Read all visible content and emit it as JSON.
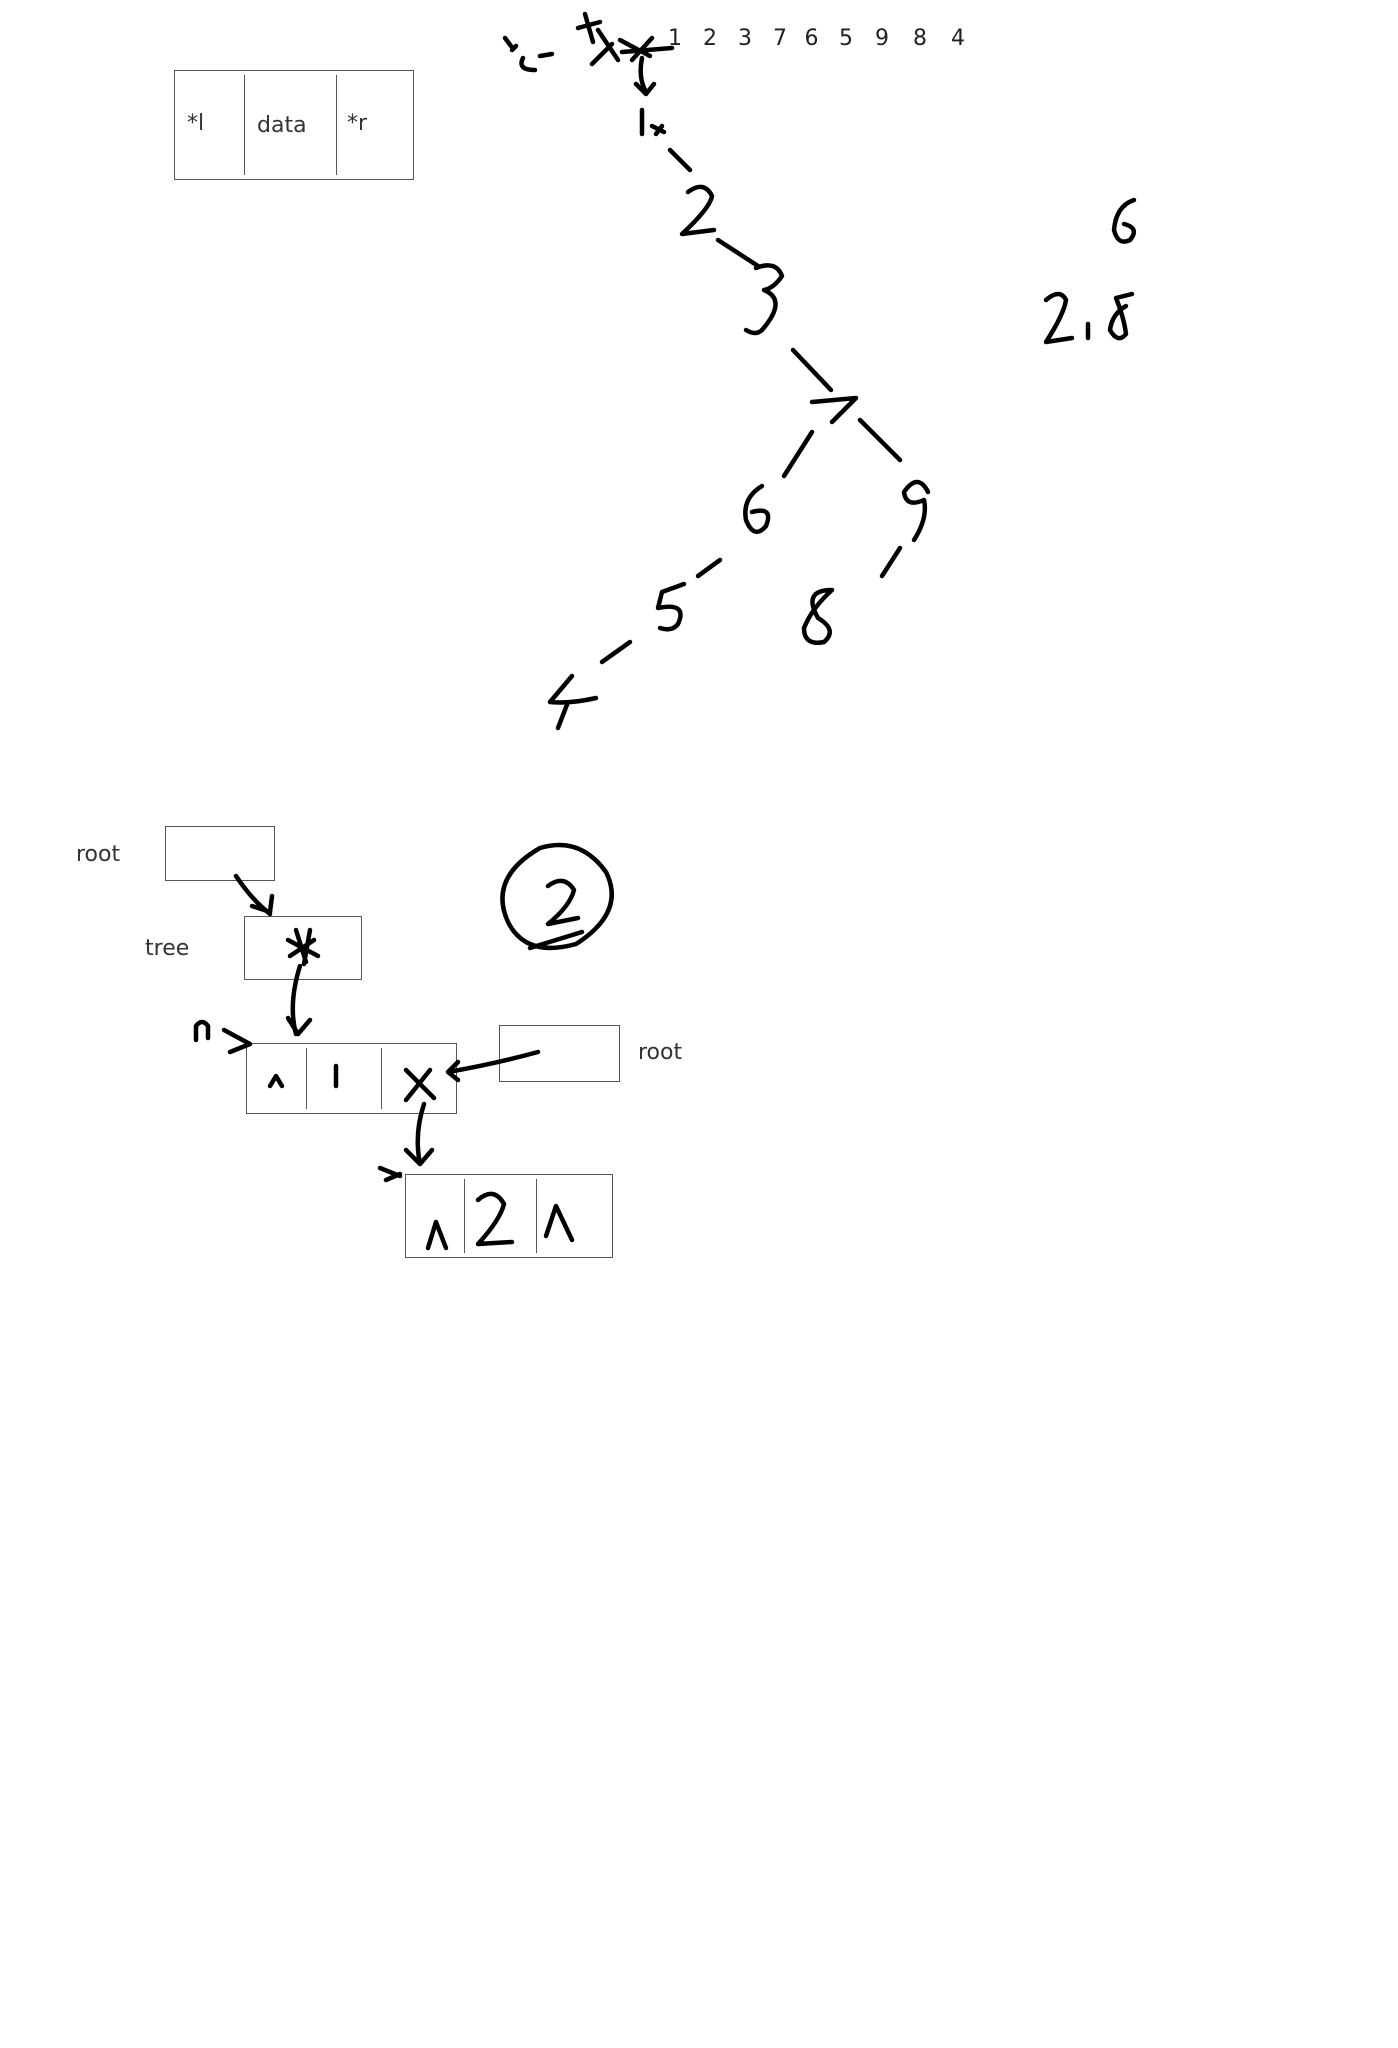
{
  "node_struct": {
    "left_label": "*l",
    "data_label": "data",
    "right_label": "*r"
  },
  "sequence": [
    "1",
    "2",
    "3",
    "7",
    "6",
    "5",
    "9",
    "8",
    "4"
  ],
  "memory": {
    "root_label_1": "root",
    "tree_label": "tree",
    "root_label_2": "root"
  }
}
